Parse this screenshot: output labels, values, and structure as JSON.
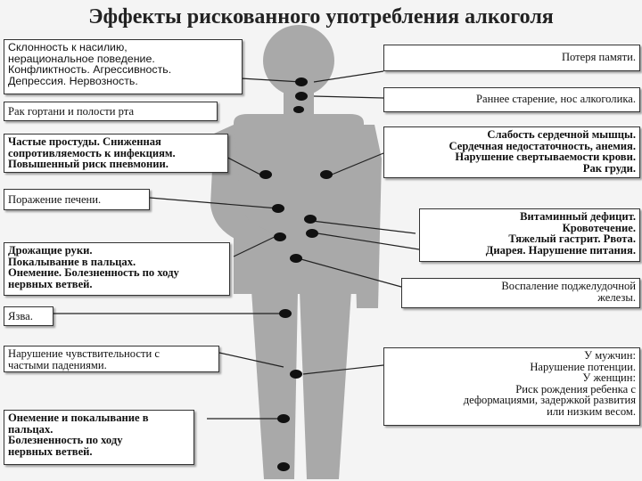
{
  "title": "Эффекты рискованного употребления алкоголя",
  "left_boxes": {
    "violence": "Склонность к насилию,\nнерациональное поведение.\nКонфликтность. Агрессивность.\nДепрессия. Нервозность.",
    "larynx": "Рак гортани и полости рта",
    "colds": "Частые простуды. Сниженная\nсопротивляемость к инфекциям.\nПовышенный риск пневмонии.",
    "liver": "Поражение печени.",
    "hands": "Дрожащие руки.\nПокалывание в пальцах.\nОнемение. Болезненность по ходу\nнервных ветвей.",
    "ulcer": "Язва.",
    "sensitivity": "Нарушение чувствительности с\nчастыми падениями.",
    "numbness": "Онемение и покалывание в\nпальцах.\nБолезненность по ходу\nнервных ветвей."
  },
  "right_boxes": {
    "memory": "Потеря памяти.",
    "aging": "Раннее старение, нос алкоголика.",
    "heart": "Слабость сердечной мышцы.\nСердечная недостаточность, анемия.\nНарушение свертываемости крови.\nРак груди.",
    "vitamins": "Витаминный дефицит.\nКровотечение.\nТяжелый гастрит. Рвота.\nДиарея. Нарушение питания.",
    "pancreas": "Воспаление поджелудочной\nжелезы.",
    "reproductive": "У мужчин:\nНарушение потенции.\nУ женщин:\nРиск рождения ребенка с\nдеформациями, задержкой развития\nили низким весом."
  },
  "colors": {
    "figure": "#a9a9a9",
    "dot": "#111111",
    "line": "#222222",
    "background": "#f4f4f4"
  }
}
